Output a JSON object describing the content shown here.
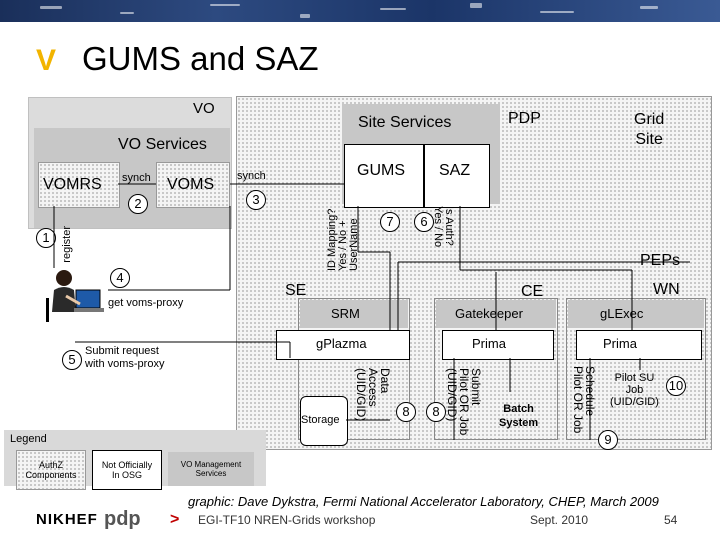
{
  "slide": {
    "title": "GUMS and SAZ",
    "title_bullet": "V",
    "footer": {
      "workshop": "EGI-TF10 NREN-Grids workshop",
      "date": "Sept. 2010",
      "page": "54",
      "arrow": ">"
    },
    "credit": "graphic: Dave Dykstra, Fermi National Accelerator Laboratory, CHEP, March 2009",
    "logos": {
      "nikhef": "NIKHEF",
      "pdp": "pdp"
    }
  },
  "diagram": {
    "vo_label": "VO",
    "vo_services": "VO Services",
    "vomrs": "VOMRS",
    "voms": "VOMS",
    "synch_left": "synch",
    "synch_right": "synch",
    "site_services": "Site Services",
    "pdp": "PDP",
    "grid_site": "Grid\nSite",
    "gums": "GUMS",
    "saz": "SAZ",
    "id_mapping": "ID Mapping?\nYes / No +\nUserName",
    "is_auth": "Is Auth?\nYes / No",
    "peps": "PEPs",
    "se": "SE",
    "ce": "CE",
    "wn": "WN",
    "srm": "SRM",
    "gatekeeper": "Gatekeeper",
    "glexec": "gLExec",
    "gplazma": "gPlazma",
    "prima_ce": "Prima",
    "prima_wn": "Prima",
    "storage": "Storage",
    "data_access": "Data\nAccess\n(UID/GID)",
    "submit_pilot": "Submit\nPilot OR Job\n(UID/GID)",
    "batch_system": "Batch\nSystem",
    "schedule": "Schedule\nPilot OR Job",
    "pilot_su": "Pilot SU\nJob\n(UID/GID)",
    "register": "register",
    "get_voms_proxy": "get voms-proxy",
    "submit_request": "Submit request\nwith voms-proxy",
    "steps": [
      "1",
      "2",
      "3",
      "4",
      "5",
      "6",
      "7",
      "8",
      "8",
      "9",
      "10"
    ]
  },
  "legend": {
    "title": "Legend",
    "authz": "AuthZ\nComponents",
    "not_official": "Not Officially\nIn OSG",
    "vo_management": "VO Management\nServices"
  }
}
